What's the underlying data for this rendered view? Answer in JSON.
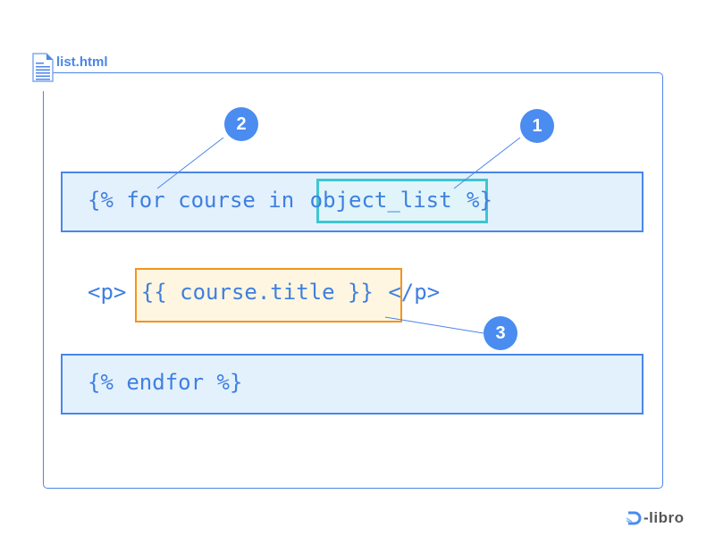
{
  "file": {
    "name": "list.html",
    "icon": "document-icon"
  },
  "code": {
    "line1": {
      "open": "{% for course in ",
      "var": "object_list",
      "close": " %}"
    },
    "line2": {
      "open": "<p> ",
      "expr": "{{ course.title }}",
      "close": " </p>"
    },
    "line3": {
      "text": "{% endfor %}"
    }
  },
  "callouts": [
    {
      "number": "1",
      "target": "object_list"
    },
    {
      "number": "2",
      "target": "for course in"
    },
    {
      "number": "3",
      "target": "{{ course.title }}"
    }
  ],
  "colors": {
    "blue": "#4a86e8",
    "cyan": "#3ec6d1",
    "orange": "#f5941c",
    "band": "#e3f1fd"
  },
  "brand": {
    "name": "-libro",
    "mark": "D"
  }
}
